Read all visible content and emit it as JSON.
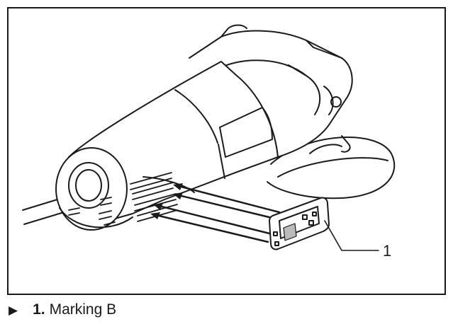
{
  "figure": {
    "callouts": [
      {
        "number": "1"
      }
    ]
  },
  "caption": {
    "arrow_icon": "triangle-right-icon",
    "items": [
      {
        "number": "1.",
        "label": "Marking B"
      }
    ]
  }
}
